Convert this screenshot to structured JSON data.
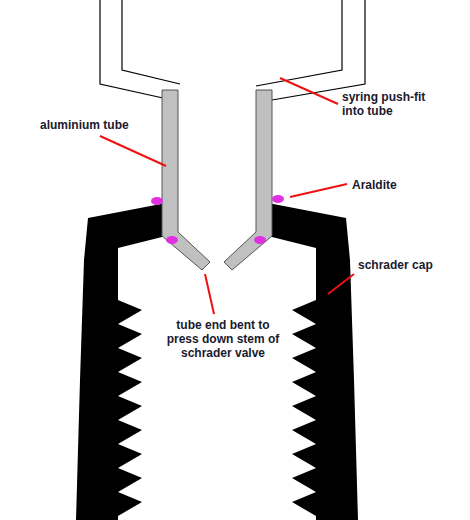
{
  "diagram": {
    "labels": [
      "aluminium tube",
      "syring push-fit into tube",
      "Araldite",
      "schrader cap",
      "tube end bent to press down stem of schrader valve"
    ]
  }
}
